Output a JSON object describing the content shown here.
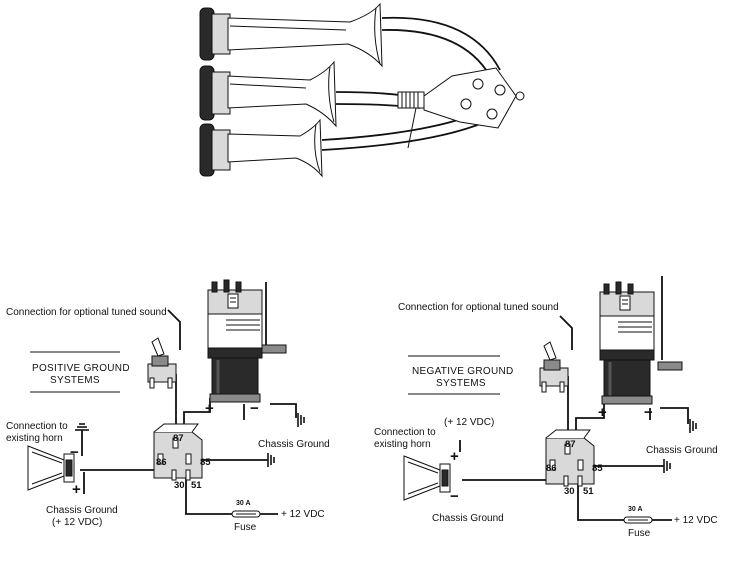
{
  "left_diagram": {
    "heading_line1": "POSITIVE GROUND",
    "heading_line2": "SYSTEMS",
    "optional_sound_label": "Connection for optional tuned sound",
    "existing_horn_line1": "Connection to",
    "existing_horn_line2": "existing horn",
    "chassis_ground_right": "Chassis Ground",
    "chassis_ground_bottom": "Chassis Ground",
    "chassis_ground_sub": "(+ 12 VDC)",
    "supply_label": "+ 12 VDC",
    "fuse_label": "Fuse",
    "fuse_rating": "30 A",
    "terminals": {
      "t87": "87",
      "t86": "86",
      "t85": "85",
      "t30": "30",
      "t51": "51"
    }
  },
  "right_diagram": {
    "heading_line1": "NEGATIVE GROUND",
    "heading_line2": "SYSTEMS",
    "optional_sound_label": "Connection for optional tuned sound",
    "existing_horn_line1": "Connection to",
    "existing_horn_line2": "existing horn",
    "supply_top": "(+ 12 VDC)",
    "chassis_ground_right": "Chassis Ground",
    "chassis_ground_bottom": "Chassis Ground",
    "supply_label": "+ 12 VDC",
    "fuse_label": "Fuse",
    "fuse_rating": "30 A",
    "terminals": {
      "t87": "87",
      "t86": "86",
      "t85": "85",
      "t30": "30",
      "t51": "51"
    }
  },
  "symbols": {
    "plus": "+",
    "minus": "−"
  },
  "icons": {
    "horn_assembly": "triple-trumpet-horn-icon",
    "compressor": "air-compressor-icon",
    "relay": "relay-icon",
    "switch": "toggle-switch-icon",
    "ground": "ground-symbol-icon",
    "fuse": "fuse-icon",
    "existing_horn": "existing-horn-icon"
  }
}
